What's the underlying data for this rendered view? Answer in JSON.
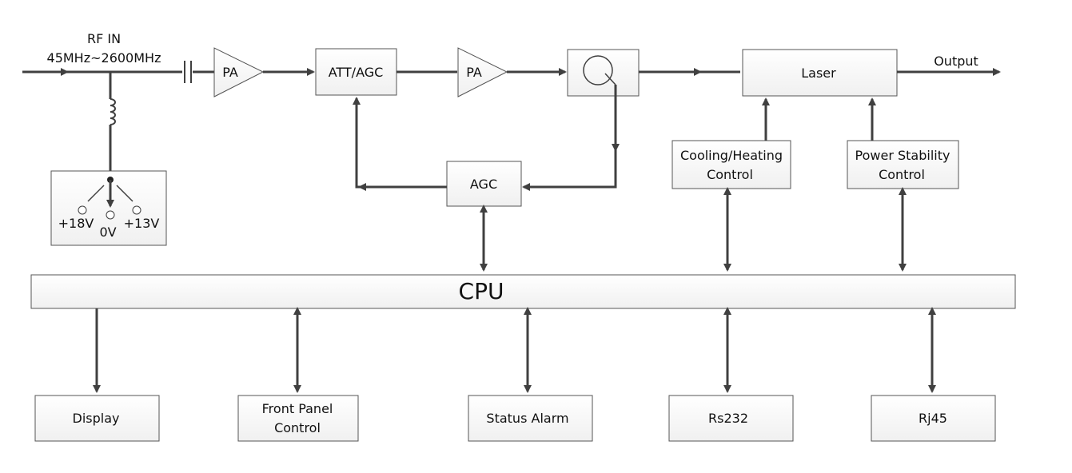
{
  "input": {
    "title": "RF IN",
    "range": "45MHz~2600MHz"
  },
  "output_label": "Output",
  "signal_chain": {
    "pa1": "PA",
    "att_agc": "ATT/AGC",
    "pa2": "PA",
    "laser": "Laser"
  },
  "agc": "AGC",
  "cooling": {
    "line1": "Cooling/Heating",
    "line2": "Control"
  },
  "power_stability": {
    "line1": "Power Stability",
    "line2": "Control"
  },
  "power_switch": {
    "v18": "+18V",
    "v0": "0V",
    "v13": "+13V"
  },
  "cpu": "CPU",
  "peripherals": {
    "display": "Display",
    "front_panel_line1": "Front Panel",
    "front_panel_line2": "Control",
    "status_alarm": "Status Alarm",
    "rs232": "Rs232",
    "rj45": "Rj45"
  }
}
